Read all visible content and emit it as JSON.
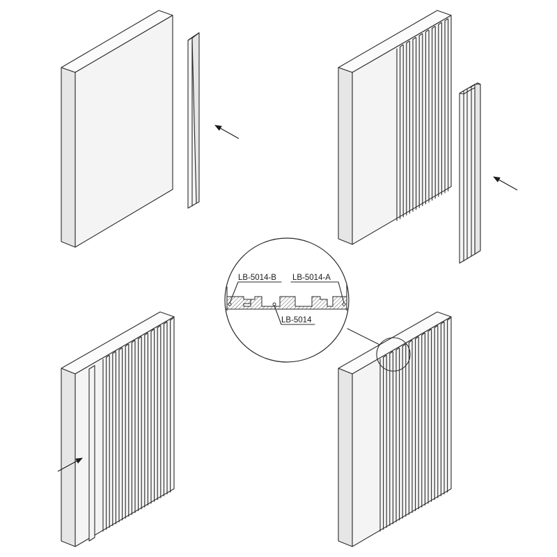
{
  "labels": {
    "part_b": "LB-5014-B",
    "part_a": "LB-5014-A",
    "part_mid": "LB-5014"
  },
  "colors": {
    "line": "#2a2a2a",
    "background": "#ffffff"
  }
}
